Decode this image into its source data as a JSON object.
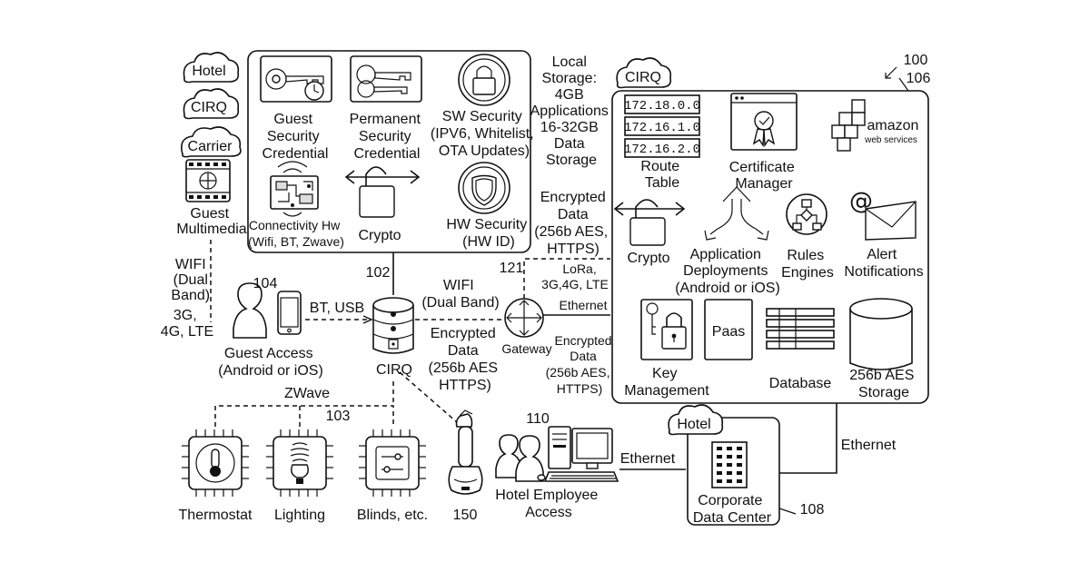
{
  "ref": {
    "r100": "100",
    "r106": "106",
    "r104": "104",
    "r102": "102",
    "r121": "121",
    "r110": "110",
    "r103": "103",
    "r108": "108",
    "r150": "150"
  },
  "clouds": {
    "hotel_top": "Hotel",
    "cirq_left": "CIRQ",
    "carrier": "Carrier",
    "cirq_right": "CIRQ",
    "hotel_dc": "Hotel"
  },
  "guest_multimedia": [
    "Guest",
    "Multimedia"
  ],
  "wifi_left": [
    "WIFI",
    "(Dual",
    "Band)",
    "3G,",
    "4G, LTE"
  ],
  "security_box": {
    "guest_cred": [
      "Guest",
      "Security",
      "Credential"
    ],
    "perm_cred": [
      "Permanent",
      "Security",
      "Credential"
    ],
    "sw_security": [
      "SW Security",
      "(IPV6, Whitelist,",
      "OTA Updates)"
    ],
    "connectivity": [
      "Connectivity Hw",
      "(Wifi, BT, Zwave)"
    ],
    "crypto": "Crypto",
    "hw_security": [
      "HW Security",
      "(HW ID)"
    ]
  },
  "local_storage": [
    "Local",
    "Storage:",
    "4GB",
    "Applications",
    "16-32GB",
    "Data",
    "Storage"
  ],
  "encrypted_top": [
    "Encrypted",
    "Data",
    "(256b AES,",
    "HTTPS)"
  ],
  "lora": [
    "LoRa,",
    "3G,4G, LTE"
  ],
  "ethernet_gw": "Ethernet",
  "encrypted_gw": [
    "Encrypted",
    "Data",
    "(256b AES,",
    "HTTPS)"
  ],
  "gateway": "Gateway",
  "wifi_mid": [
    "WIFI",
    "(Dual Band)"
  ],
  "encrypted_mid": [
    "Encrypted",
    "Data",
    "(256b AES",
    "HTTPS)"
  ],
  "bt_usb": "BT, USB",
  "guest_access": [
    "Guest Access",
    "(Android or iOS)"
  ],
  "cirq_hub": "CIRQ",
  "zwave": "ZWave",
  "devices": {
    "thermostat": "Thermostat",
    "lighting": "Lighting",
    "blinds": "Blinds, etc."
  },
  "hotel_employee": [
    "Hotel Employee",
    "Access"
  ],
  "ethernet_emp": "Ethernet",
  "ethernet_dc": "Ethernet",
  "corporate_dc": [
    "Corporate",
    "Data Center"
  ],
  "cloud_panel": {
    "route_ips": [
      "172.18.0.0",
      "172.16.1.0",
      "172.16.2.0"
    ],
    "route_table": [
      "Route",
      "Table"
    ],
    "cert_manager": [
      "Certificate",
      "Manager"
    ],
    "amazon": "amazon",
    "aws": "web services",
    "crypto": "Crypto",
    "app_deploy": [
      "Application",
      "Deployments",
      "(Android or iOS)"
    ],
    "rules": [
      "Rules",
      "Engines"
    ],
    "alerts": [
      "Alert",
      "Notifications"
    ],
    "key_mgmt": [
      "Key",
      "Management"
    ],
    "paas": "Paas",
    "database": "Database",
    "aes_storage": [
      "256b AES",
      "Storage"
    ]
  }
}
